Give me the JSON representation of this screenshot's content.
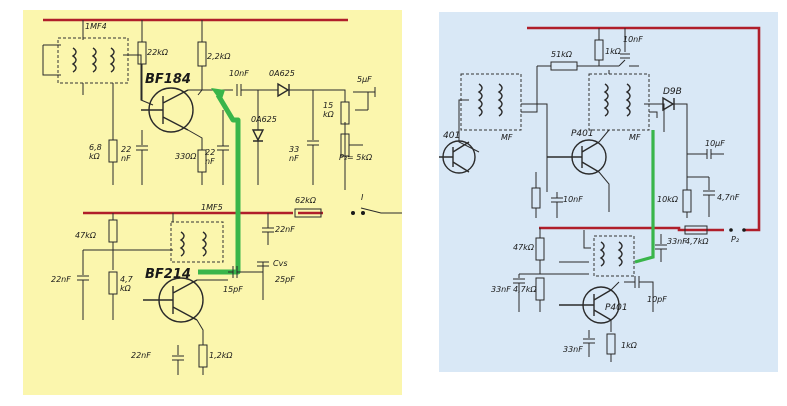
{
  "colors": {
    "left_background": "#fbf6ad",
    "right_background": "#d9e8f6",
    "supply_rail": "#b01e2a",
    "signal_path": "#39b54a",
    "wire": "#2a2a2a"
  },
  "left_diagram": {
    "transformer_top": "1MF4",
    "transformer_bottom": "1MF5",
    "transistor_top": "BF184",
    "transistor_bottom": "BF214",
    "labels": {
      "r_22k": "22kΩ",
      "r_2_2k": "2,2kΩ",
      "c_10nf": "10nF",
      "d_top": "0A625",
      "d_mid": "0A625",
      "c_5uf": "5μF",
      "r_15k": "15\nkΩ",
      "c_22nf_a": "22\nnF",
      "r_330": "330Ω",
      "c_22nf_b": "22\nnF",
      "c_33nf": "33\nnF",
      "r_6_8k": "6,8\nkΩ",
      "r_p2": "P₂= 5kΩ",
      "r_62k": "62kΩ",
      "switch": "I",
      "c_22nf_c": "22nF",
      "r_47k": "47kΩ",
      "c_22nf_d": "22nF",
      "r_4_7k": "4,7\nkΩ",
      "c_15pf": "15pF",
      "c_vs": "Cvs",
      "c_25pf": "25pF",
      "c_22nf_e": "22nF",
      "r_1_2k": "1,2kΩ"
    }
  },
  "right_diagram": {
    "transistor_left": "401",
    "transistor_top": "P401",
    "transistor_bottom": "P401",
    "transformer_mf1": "MF",
    "transformer_mf2": "MF",
    "labels": {
      "r_51k": "51kΩ",
      "r_1k_top": "1kΩ",
      "c_10nf_top": "10nF",
      "d_98": "D9B",
      "c_10uf": "10μF",
      "c_10nf_mid": "10nF",
      "r_10k": "10kΩ",
      "c_4_7nf": "4,7nF",
      "c_33nf_a": "33nF",
      "r_4_7k": "4,7kΩ",
      "r_p2": "P₂",
      "r_47k": "47kΩ",
      "r_4_7k_b": "4,7kΩ",
      "c_33nf_b": "33nF",
      "c_10pf": "10pF",
      "c_33nf_c": "33nF",
      "r_1k_bottom": "1kΩ"
    }
  }
}
